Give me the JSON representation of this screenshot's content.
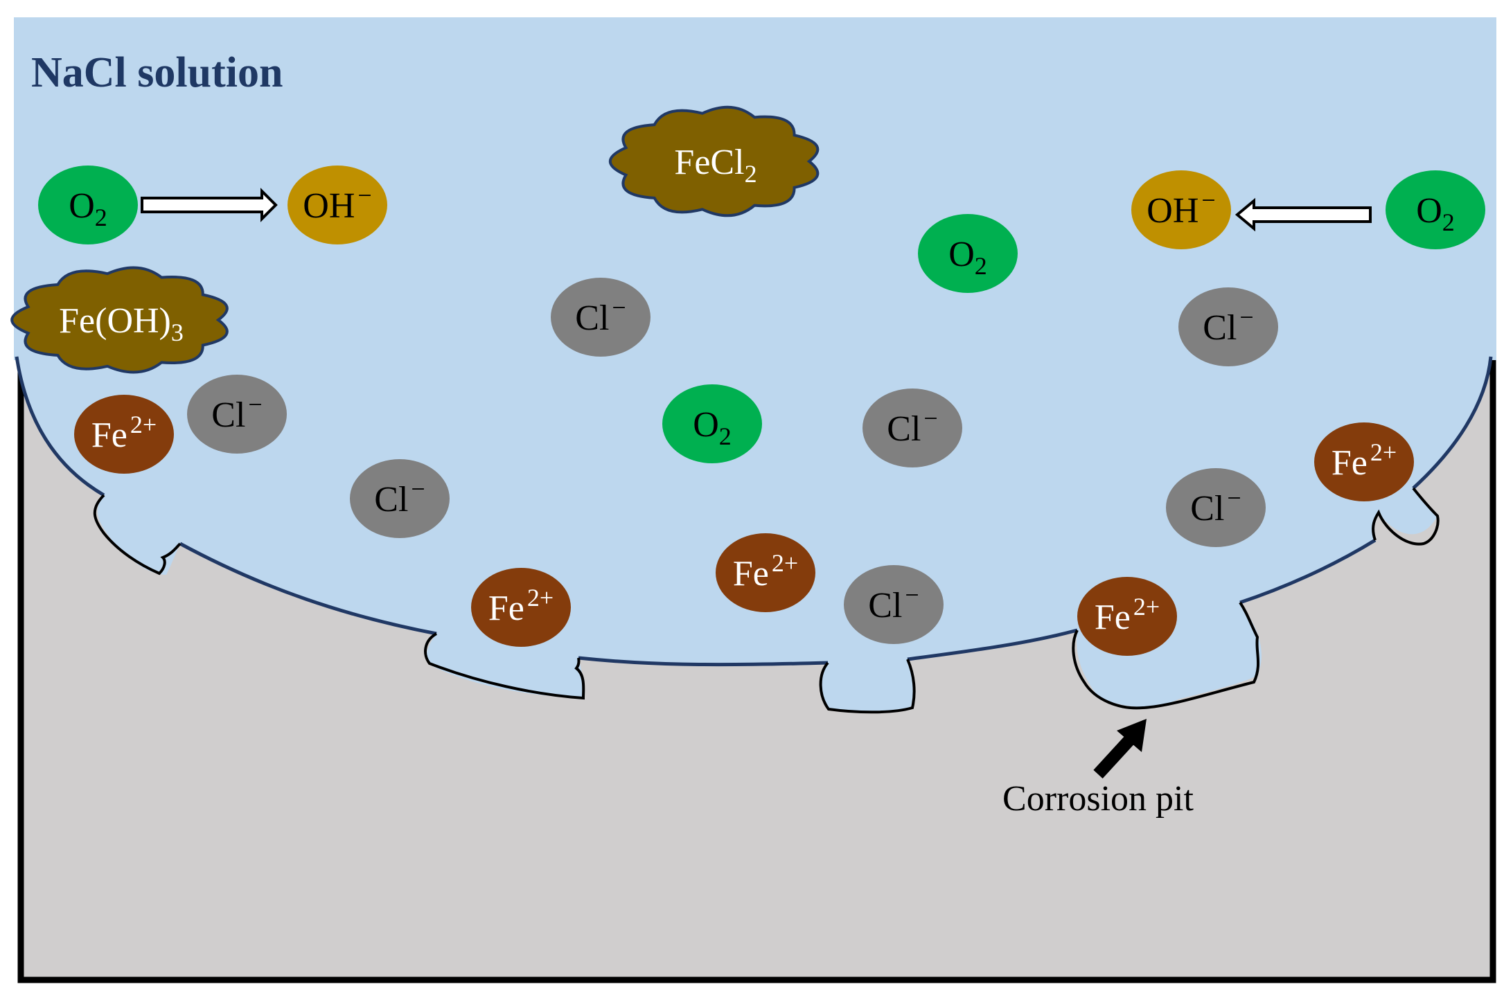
{
  "title": "NaCl solution",
  "pit_label": "Corrosion pit",
  "colors": {
    "solution": "#BDD7EE",
    "metal": "#D0CECE",
    "o2": "#00B050",
    "oh": "#BF9000",
    "cl": "#808080",
    "fe": "#843C0C",
    "cloud": "#7F6000",
    "title": "#1F3864",
    "outline": "#203864"
  },
  "species": {
    "o2": {
      "base": "O",
      "sub": "2"
    },
    "oh": {
      "base": "OH",
      "sup": "−"
    },
    "cl": {
      "base": "Cl",
      "sup": "−"
    },
    "fe": {
      "base": "Fe",
      "sup": "2+"
    }
  },
  "clouds": {
    "fecl2": {
      "base": "FeCl",
      "sub": "2"
    },
    "feoh3": {
      "base": "Fe(OH)",
      "sub": "3"
    }
  },
  "reactions": [
    {
      "from": "o2",
      "to": "oh",
      "arrow": "right"
    },
    {
      "from": "o2",
      "to": "oh",
      "arrow": "left"
    }
  ]
}
